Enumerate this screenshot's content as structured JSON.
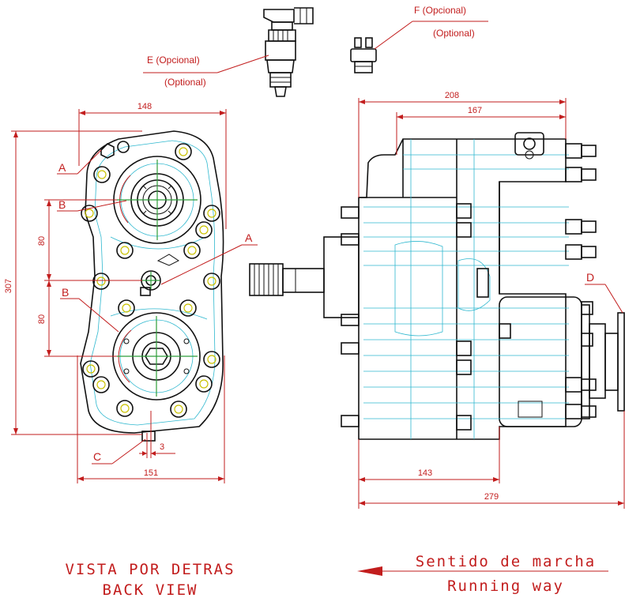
{
  "drawing": {
    "back_view": {
      "dims": {
        "top_width": "148",
        "bottom_width": "151",
        "height": "307",
        "upper_spacing": "80",
        "lower_spacing": "80",
        "offset": "3"
      },
      "callouts": {
        "a1": "A",
        "a2": "A",
        "b1": "B",
        "b2": "B",
        "c": "C"
      },
      "title_es": "VISTA POR DETRAS",
      "title_en": "BACK VIEW"
    },
    "side_view": {
      "dims": {
        "top_outer": "208",
        "top_inner": "167",
        "bottom_inner": "143",
        "bottom_outer": "279"
      },
      "callouts": {
        "d": "D"
      },
      "direction_es": "Sentido de marcha",
      "direction_en": "Running way"
    },
    "options": {
      "e_label": "E (Opcional)",
      "e_sub": "(Optional)",
      "f_label": "F (Opcional)",
      "f_sub": "(Optional)"
    }
  },
  "colors": {
    "annotation": "#c21d1d",
    "outline": "#111111",
    "hidden": "#2fb8cf",
    "center": "#2e9e3a",
    "bolt": "#c9c100"
  }
}
